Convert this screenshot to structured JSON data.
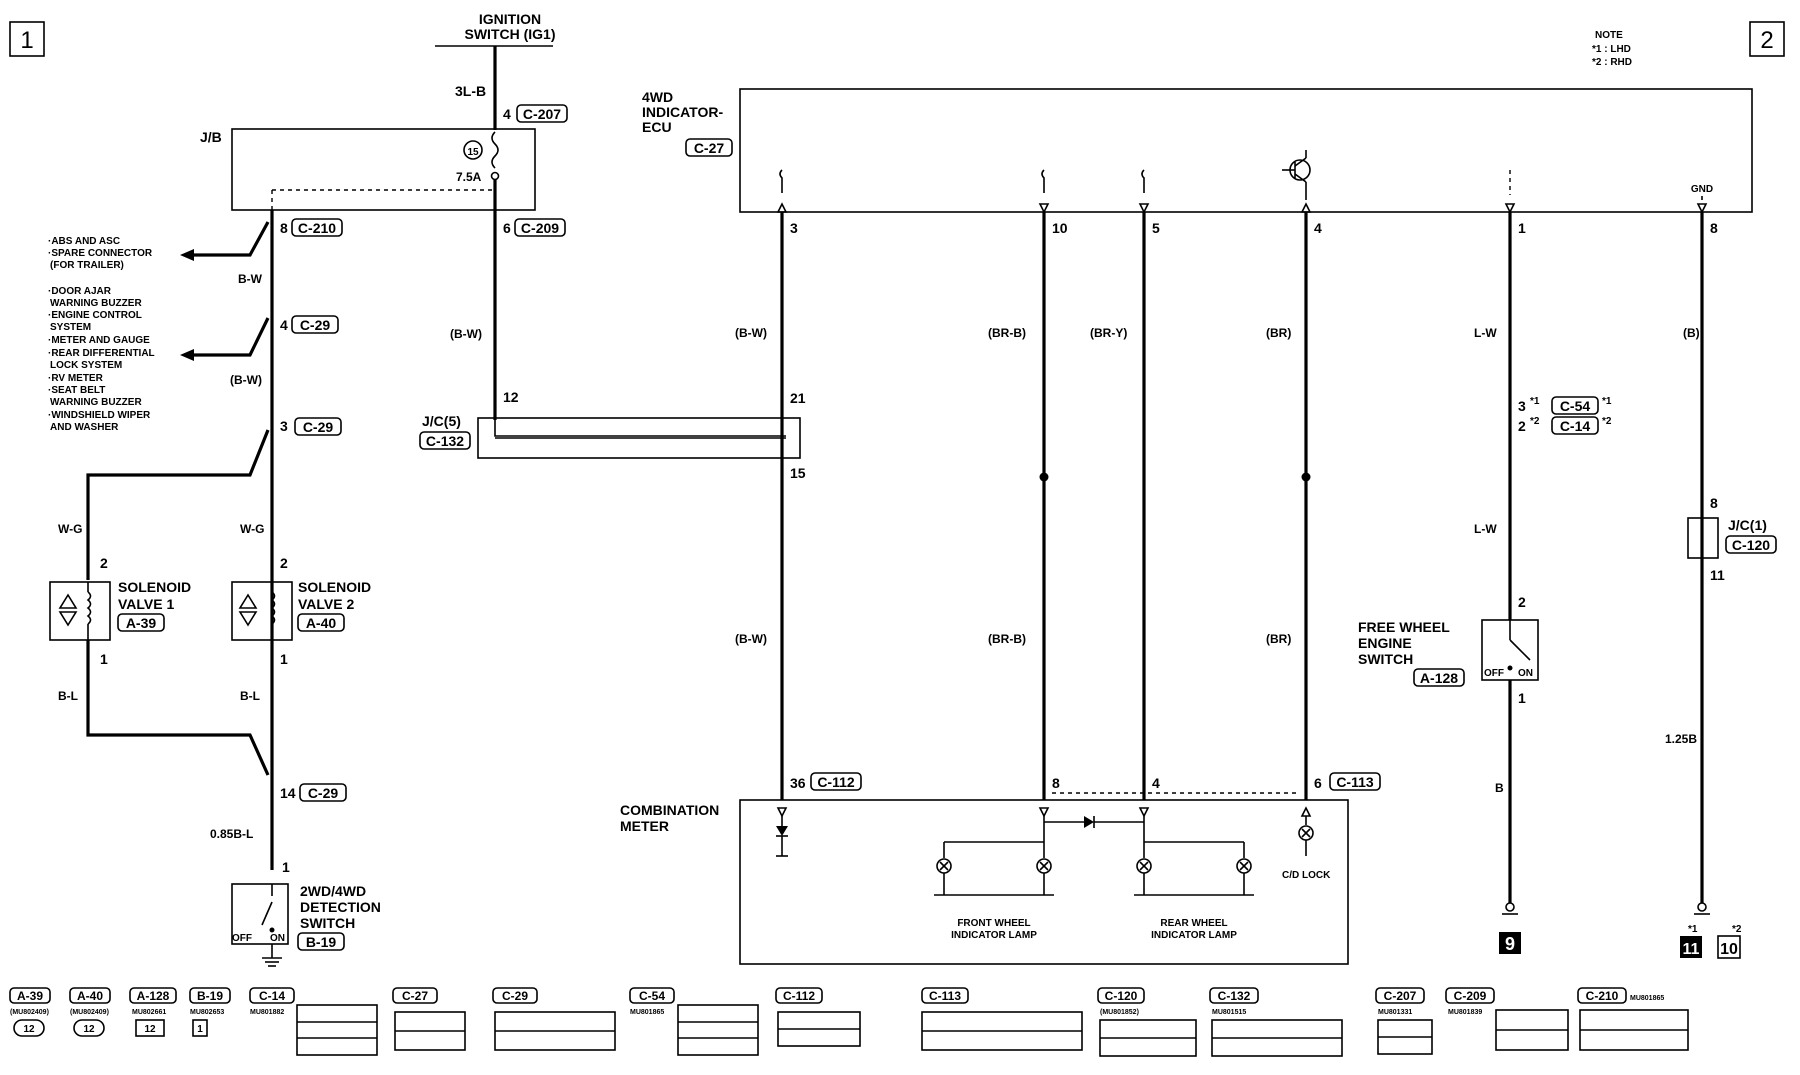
{
  "page_markers": {
    "left": "1",
    "right": "2"
  },
  "note": {
    "title": "NOTE",
    "lines": [
      "*1 : LHD",
      "*2 : RHD"
    ]
  },
  "power": {
    "title_line1": "IGNITION",
    "title_line2": "SWITCH (IG1)",
    "wire": "3L-B",
    "pin": "4",
    "connector": "C-207",
    "jb_label": "J/B",
    "fuse_no": "15",
    "fuse_rating": "7.5A"
  },
  "left_branch": {
    "pin_jb_out": "8",
    "conn_jb_out": "C-210",
    "abs_lines": [
      "·ABS AND ASC",
      "·SPARE CONNECTOR",
      "(FOR TRAILER)"
    ],
    "wire1": "B-W",
    "pin_c29_a": "4",
    "conn_c29_a": "C-29",
    "door_lines": [
      "·DOOR AJAR",
      "WARNING BUZZER",
      "·ENGINE CONTROL",
      "SYSTEM",
      "·METER AND GAUGE",
      "·REAR DIFFERENTIAL",
      "LOCK SYSTEM",
      "·RV METER",
      "·SEAT BELT",
      "WARNING BUZZER",
      "·WINDSHIELD WIPER",
      "AND WASHER"
    ],
    "wire2": "(B-W)",
    "pin_c29_b": "3",
    "conn_c29_b": "C-29",
    "wire_wg_1": "W-G",
    "wire_wg_2": "W-G",
    "sv1": {
      "pin_top": "2",
      "name1": "SOLENOID",
      "name2": "VALVE 1",
      "connector": "A-39",
      "pin_bot": "1"
    },
    "sv2": {
      "pin_top": "2",
      "name1": "SOLENOID",
      "name2": "VALVE 2",
      "connector": "A-40",
      "pin_bot": "1"
    },
    "wire_bl_1": "B-L",
    "wire_bl_2": "B-L",
    "pin_c29_c": "14",
    "conn_c29_c": "C-29",
    "wire3": "0.85B-L",
    "pin_det": "1",
    "det_lines": [
      "2WD/4WD",
      "DETECTION",
      "SWITCH"
    ],
    "det_off": "OFF",
    "det_on": "ON",
    "det_conn": "B-19"
  },
  "mid_branch": {
    "pin_jb_out2": "6",
    "conn_jb_out2": "C-209",
    "wire": "(B-W)",
    "pin_jc5": "12",
    "jc_label": "J/C(5)",
    "jc_conn": "C-132"
  },
  "ecu": {
    "name_lines": [
      "4WD",
      "INDICATOR-",
      "ECU"
    ],
    "connector": "C-27",
    "gnd_label": "GND",
    "pins": [
      "3",
      "10",
      "5",
      "4",
      "1",
      "8"
    ]
  },
  "wires_ecu": {
    "w3_upper": "(B-W)",
    "w3_jc_in": "21",
    "w3_jc_out": "15",
    "w3_lower": "(B-W)",
    "w10_upper": "(BR-B)",
    "w10_lower": "(BR-B)",
    "w5": "(BR-Y)",
    "w4_upper": "(BR)",
    "w4_lower": "(BR)",
    "w1_upper": "L-W",
    "w1_pin_lhd": "3",
    "w1_conn_lhd": "C-54",
    "w1_pin_rhd": "2",
    "w1_conn_rhd": "C-14",
    "star1": "*1",
    "star2": "*2",
    "w1_mid": "L-W",
    "w8": "(B)",
    "w8_jc_in": "8",
    "w8_jc_label": "J/C(1)",
    "w8_jc_conn": "C-120",
    "w8_jc_out": "11",
    "w8_lower": "1.25B"
  },
  "freewheel": {
    "pin_top": "2",
    "name_lines": [
      "FREE WHEEL",
      "ENGINE",
      "SWITCH"
    ],
    "connector": "A-128",
    "off": "OFF",
    "on": "ON",
    "pin_bot": "1",
    "wire": "B"
  },
  "meter": {
    "name_lines": [
      "COMBINATION",
      "METER"
    ],
    "pin_36": "36",
    "conn_112": "C-112",
    "pin_8": "8",
    "pin_4": "4",
    "pin_6": "6",
    "conn_113": "C-113",
    "front_lines": [
      "FRONT WHEEL",
      "INDICATOR LAMP"
    ],
    "rear_lines": [
      "REAR WHEEL",
      "INDICATOR LAMP"
    ],
    "cd_lock": "C/D LOCK"
  },
  "grounds": {
    "g9": "9",
    "g11": "11",
    "g10": "10"
  },
  "connectors": [
    {
      "name": "A-39",
      "part": "(MU802409)"
    },
    {
      "name": "A-40",
      "part": "(MU802409)"
    },
    {
      "name": "A-128",
      "part": "MU802661"
    },
    {
      "name": "B-19",
      "part": "MU802653"
    },
    {
      "name": "C-14",
      "part": "MU801882"
    },
    {
      "name": "C-27",
      "part": ""
    },
    {
      "name": "C-29",
      "part": ""
    },
    {
      "name": "C-54",
      "part": "MU801865"
    },
    {
      "name": "C-112",
      "part": ""
    },
    {
      "name": "C-113",
      "part": ""
    },
    {
      "name": "C-120",
      "part": "(MU801852)"
    },
    {
      "name": "C-132",
      "part": "MU801515"
    },
    {
      "name": "C-207",
      "part": "MU801331"
    },
    {
      "name": "C-209",
      "part": "MU801839"
    },
    {
      "name": "C-210",
      "part": "MU801865"
    }
  ]
}
